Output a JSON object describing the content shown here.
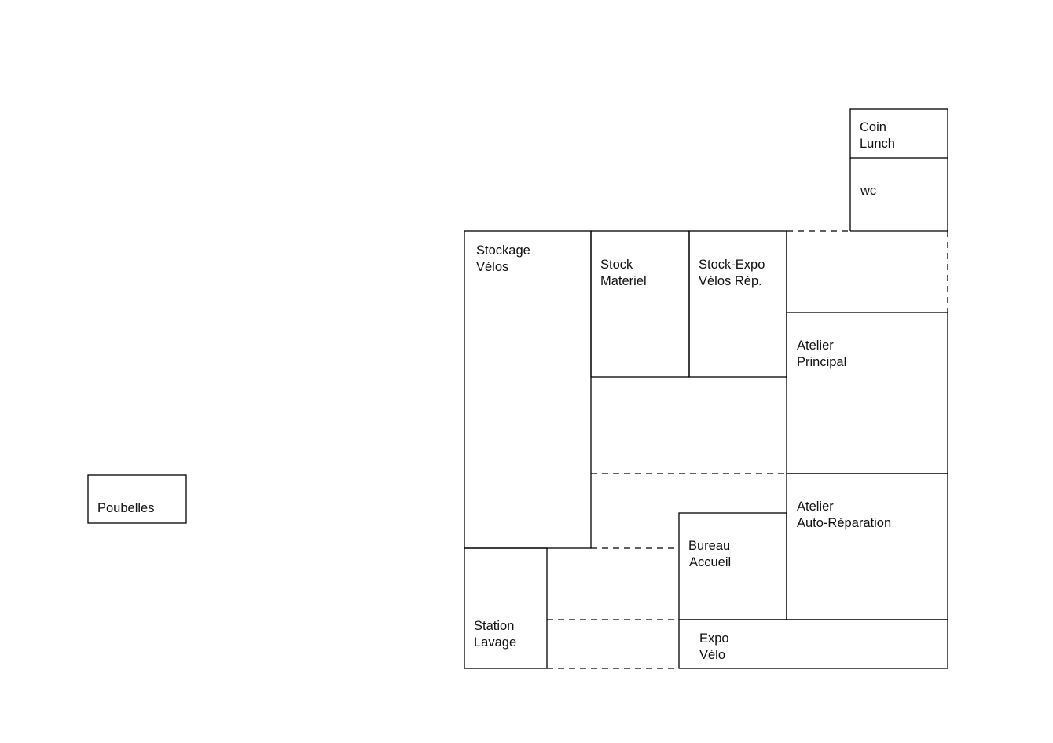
{
  "rooms": {
    "coin_lunch": {
      "line1": "Coin",
      "line2": "Lunch"
    },
    "wc": {
      "label": "wc"
    },
    "stockage_velos": {
      "line1": "Stockage",
      "line2": "Vélos"
    },
    "stock_materiel": {
      "line1": "Stock",
      "line2": "Materiel"
    },
    "stock_expo": {
      "line1": "Stock-Expo",
      "line2": "Vélos Rép."
    },
    "atelier_principal": {
      "line1": "Atelier",
      "line2": "Principal"
    },
    "atelier_auto": {
      "line1": "Atelier",
      "line2": "Auto-Réparation"
    },
    "bureau_accueil": {
      "line1": "Bureau",
      "line2": "Accueil"
    },
    "station_lavage": {
      "line1": "Station",
      "line2": "Lavage"
    },
    "expo_velo": {
      "line1": "Expo",
      "line2": "Vélo"
    },
    "poubelles": {
      "label": "Poubelles"
    }
  }
}
